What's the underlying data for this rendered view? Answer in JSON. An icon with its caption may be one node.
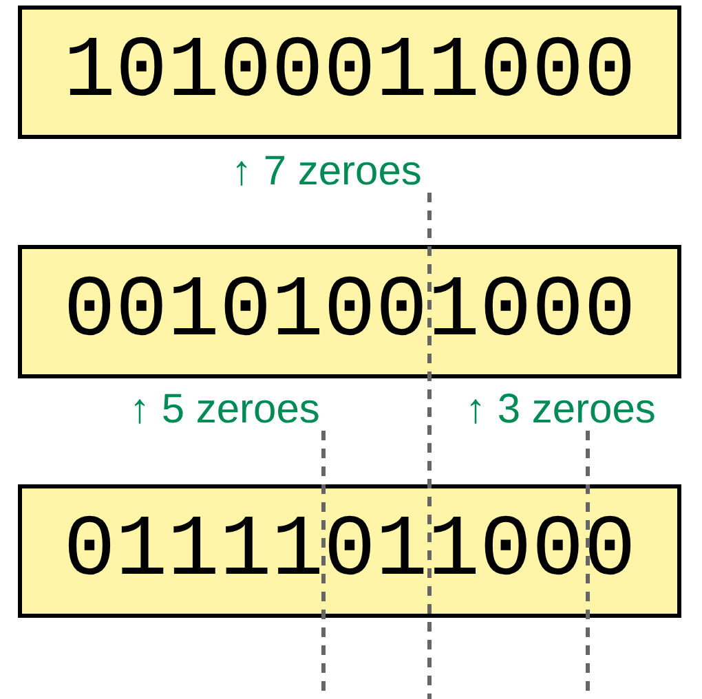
{
  "diagram": {
    "nodes": [
      {
        "text": [
          "10100011000"
        ]
      },
      {
        "text": [
          "00101001000"
        ]
      },
      {
        "text": [
          "01111011000"
        ]
      }
    ],
    "labels": [
      "↑ 7 zeroes",
      "↑ 5 zeroes",
      "↑ 3 zeroes"
    ]
  }
}
